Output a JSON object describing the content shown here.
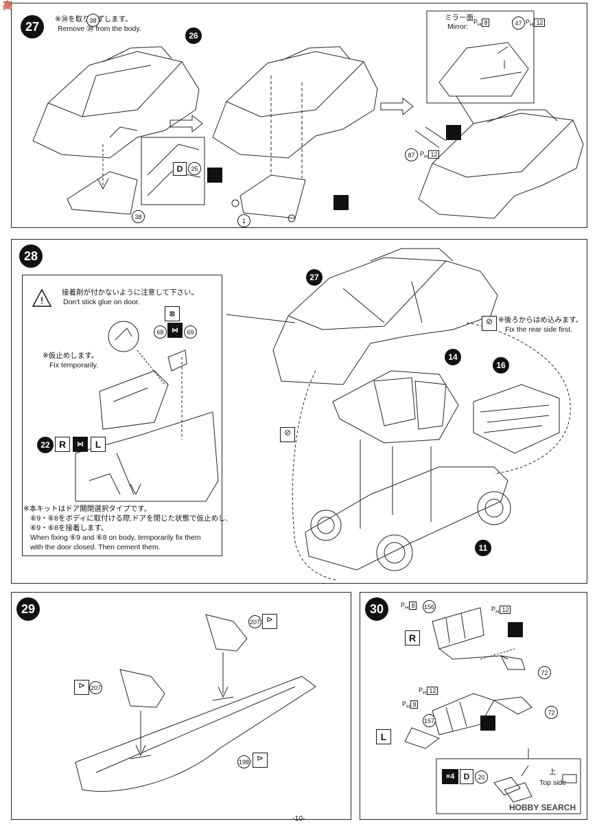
{
  "watermark_top": "高",
  "step27": {
    "num": "27",
    "jp": "※㊳を取りはずします。",
    "en": "Remove ㊳ from the body.",
    "callout": "26",
    "parts": {
      "p38a": "38",
      "p38b": "38",
      "p1": "1",
      "d_label": "D",
      "d_num": "25",
      "p87": "87",
      "p47": "47",
      "ph8": "8",
      "ph12a": "12",
      "ph12b": "12"
    },
    "mirror_jp": "ミラー面:",
    "mirror_en": "Mirror:"
  },
  "step28": {
    "num": "28",
    "callout27": "27",
    "callout14": "14",
    "callout16": "16",
    "callout11": "11",
    "warn_jp": "接着剤が付かないように注意して下さい。",
    "warn_en": "Don't stick glue on door.",
    "fix_jp": "※仮止めします。",
    "fix_en": "Fix temporarily.",
    "rear_jp": "※後ろからはめ込みます。",
    "rear_en": "Fix the rear side first.",
    "p68": "68",
    "p69": "69",
    "door_label": "22",
    "door_r": "R",
    "door_l": "L",
    "note_lines": [
      "※本キットはドア開閉選択タイプです。",
      "⑥9・⑥8をボディに取付ける際,ドアを閉じた状態で仮止めし,",
      "⑥9・⑥8を接着します。",
      "When fixing ⑥9 and ⑥8 on body, temporarily fix them",
      "with the door closed. Then cement them."
    ]
  },
  "step29": {
    "num": "29",
    "p207a": "207",
    "p207b": "207",
    "p198": "198"
  },
  "step30": {
    "num": "30",
    "ph8a": "8",
    "ph8b": "8",
    "ph12a": "12",
    "ph12b": "12",
    "p156": "156",
    "p157": "157",
    "p72a": "72",
    "p72b": "72",
    "label_r": "R",
    "label_l": "L",
    "x4": "×4",
    "d_label": "D",
    "d_num": "20",
    "top_jp": "上",
    "top_en": "Top side"
  },
  "footer": {
    "page": "-10-",
    "brand": "HOBBY SEARCH"
  }
}
